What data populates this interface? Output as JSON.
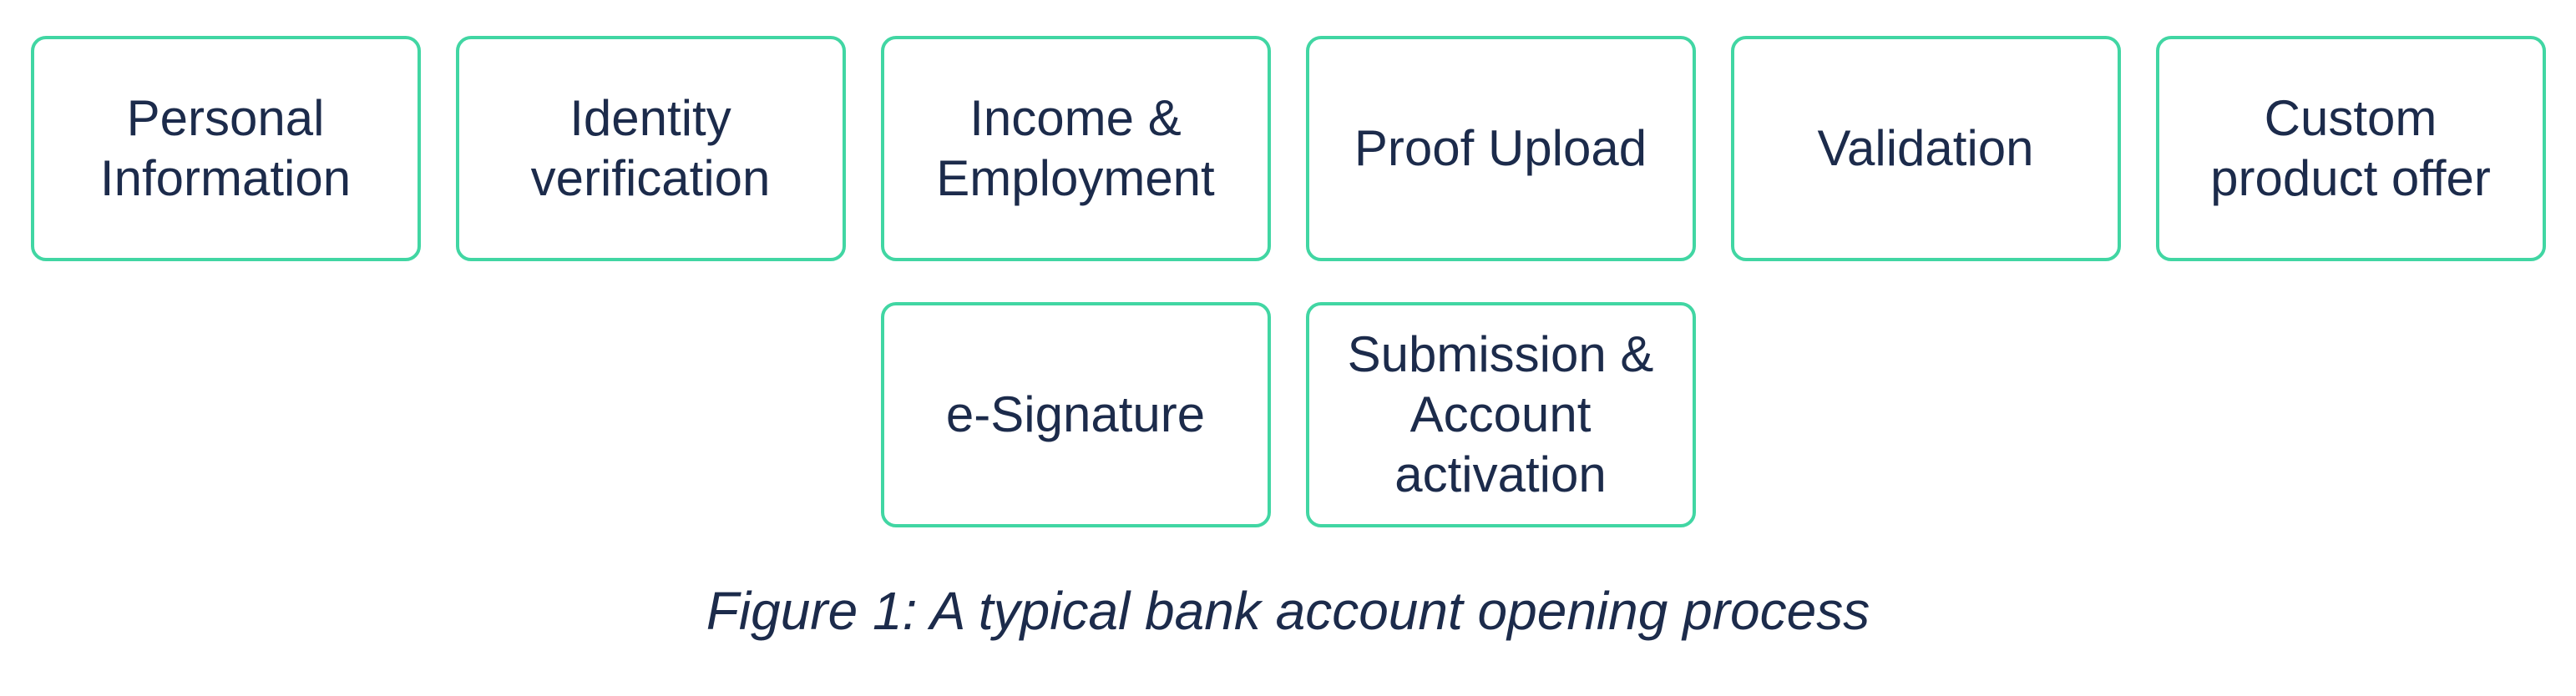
{
  "diagram": {
    "caption": "Figure 1: A typical bank account opening process",
    "colors": {
      "border_green": "#41D6A3",
      "text_navy": "#1C2B4B",
      "background": "#FFFFFF"
    },
    "rows": [
      {
        "items": [
          "Personal\nInformation",
          "Identity\nverification",
          "Income &\nEmployment",
          "Proof Upload",
          "Validation",
          "Custom\nproduct offer"
        ]
      },
      {
        "items": [
          "e-Signature",
          "Submission &\nAccount\nactivation"
        ]
      }
    ]
  }
}
